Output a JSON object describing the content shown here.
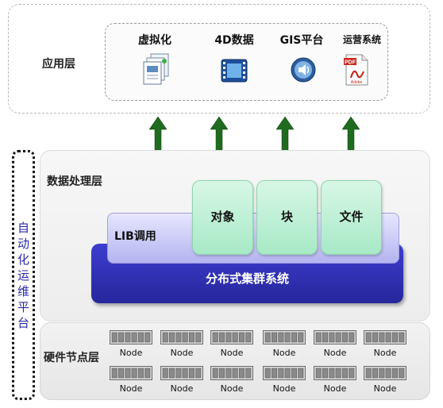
{
  "app_layer": {
    "label": "应用层",
    "apps": [
      {
        "label": "虚拟化",
        "icon": "virtualization-docs-icon"
      },
      {
        "label": "4D数据",
        "icon": "film-strip-icon"
      },
      {
        "label": "GIS平台",
        "icon": "speaker-globe-icon"
      },
      {
        "label": "运营系统",
        "icon": "pdf-document-icon"
      }
    ]
  },
  "automation_platform": {
    "label_chars": [
      "自",
      "动",
      "化",
      "运",
      "维",
      "平",
      "台"
    ]
  },
  "data_layer": {
    "label": "数据处理层",
    "lib_label": "LIB调用",
    "modules": [
      "对象",
      "块",
      "文件"
    ],
    "cluster_label": "分布式集群系统"
  },
  "hardware_layer": {
    "label": "硬件节点层",
    "node_label": "Node",
    "rows": [
      [
        "Node",
        "Node",
        "Node",
        "Node",
        "Node",
        "Node"
      ],
      [
        "Node",
        "Node",
        "Node",
        "Node",
        "Node",
        "Node"
      ]
    ]
  },
  "colors": {
    "arrow": "#1f6b1f",
    "cluster": "#2f2fb8",
    "module": "#b8efd1",
    "lib": "#c9c9f6",
    "automation_text": "#2a2aa8"
  }
}
